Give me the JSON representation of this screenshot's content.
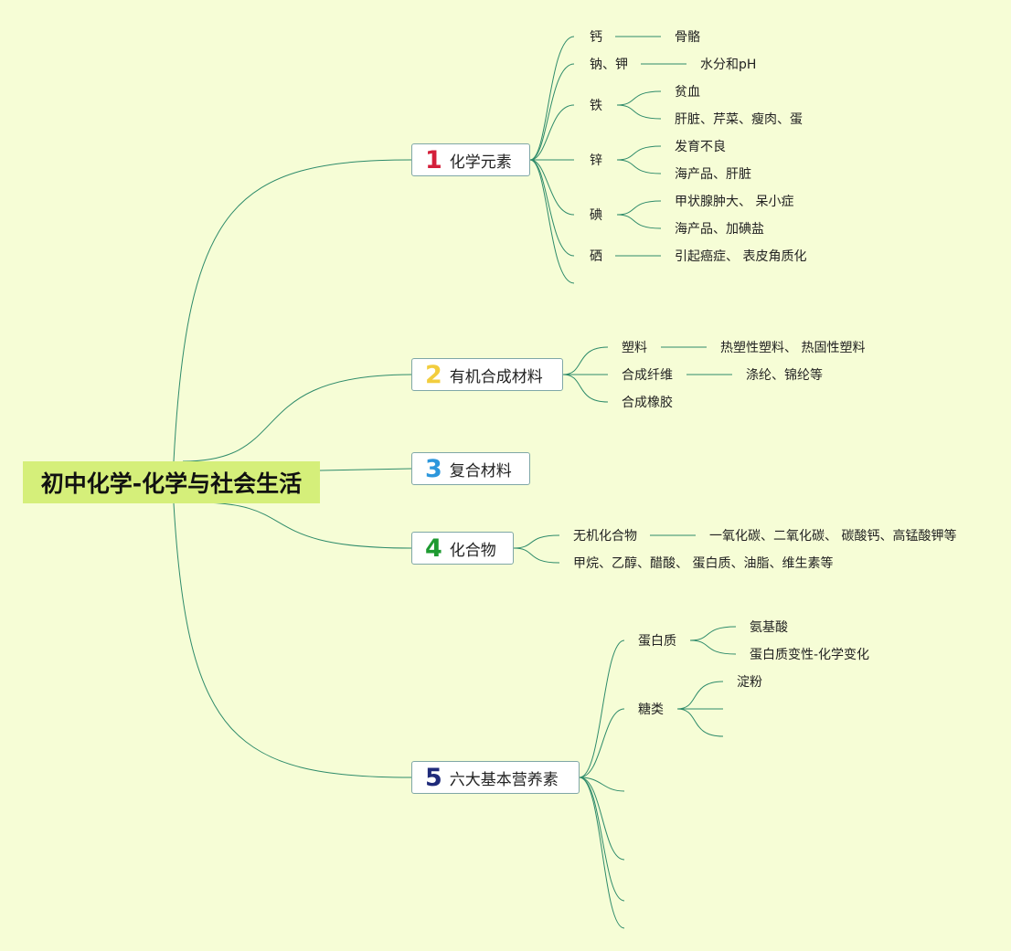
{
  "root": {
    "title": "初中化学-化学与社会生活"
  },
  "branches": [
    {
      "number": "1",
      "number_color": "#d41f3a",
      "label": "化学元素",
      "children": [
        {
          "label": "钙",
          "details": [
            "骨骼"
          ]
        },
        {
          "label": "钠、钾",
          "details": [
            "水分和pH"
          ]
        },
        {
          "label": "铁",
          "details": [
            "贫血",
            "肝脏、芹菜、瘦肉、蛋"
          ]
        },
        {
          "label": "锌",
          "details": [
            "发育不良",
            "海产品、肝脏"
          ]
        },
        {
          "label": "碘",
          "details": [
            "甲状腺肿大、 呆小症",
            "海产品、加碘盐"
          ]
        },
        {
          "label": "硒",
          "details": [
            "引起癌症、 表皮角质化"
          ]
        }
      ]
    },
    {
      "number": "2",
      "number_color": "#f2cd3e",
      "label": "有机合成材料",
      "children": [
        {
          "label": "塑料",
          "details": [
            "热塑性塑料、 热固性塑料"
          ]
        },
        {
          "label": "合成纤维",
          "details": [
            "涤纶、锦纶等"
          ]
        },
        {
          "label": "合成橡胶",
          "details": []
        }
      ]
    },
    {
      "number": "3",
      "number_color": "#2d97dc",
      "label": "复合材料",
      "children": []
    },
    {
      "number": "4",
      "number_color": "#1e9a31",
      "label": "化合物",
      "children": [
        {
          "label": "无机化合物",
          "details": [
            "一氧化碳、二氧化碳、 碳酸钙、高锰酸钾等"
          ]
        },
        {
          "label": "甲烷、乙醇、醋酸、 蛋白质、油脂、维生素等",
          "details": []
        }
      ]
    },
    {
      "number": "5",
      "number_color": "#1f2a7a",
      "label": "六大基本营养素",
      "children": [
        {
          "label": "蛋白质",
          "details": [
            "氨基酸",
            "蛋白质变性-化学变化"
          ]
        },
        {
          "label": "糖类",
          "details": [
            "淀粉"
          ]
        }
      ]
    }
  ],
  "colors": {
    "background": "#f6fdd6",
    "line": "#2e8b6a",
    "root_fill": "#d5ef7a",
    "topic_border": "#7fa7a6"
  }
}
